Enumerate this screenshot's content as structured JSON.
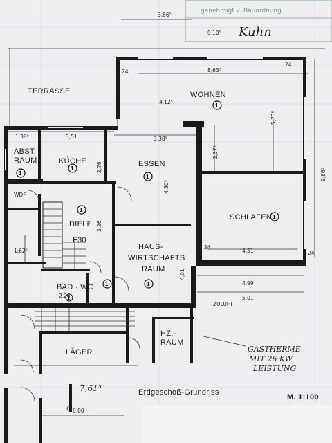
{
  "header": {
    "stamp_text": "genehmigt v. Bauordnung",
    "signature": "Kuhn",
    "top_dim": "3,86⁵",
    "top_dim2": "9,10⁵"
  },
  "rooms": {
    "terrasse": "TERRASSE",
    "wohnen": "WOHNEN",
    "schlafen": "SCHLAFEN",
    "abst_raum_1": "ABST.",
    "abst_raum_2": "RAUM",
    "kueche": "KÜCHE",
    "essen": "ESSEN",
    "diele": "DIELE",
    "bad_wc": "BAD · WC",
    "hauswirt_1": "HAUS-",
    "hauswirt_2": "WIRTSCHAFTS",
    "hauswirt_3": "RAUM",
    "lager": "LÄGER",
    "hz_raum_1": "HZ.-",
    "hz_raum_2": "RAUM",
    "wdf": "WDF",
    "zuluft": "ZULUFT",
    "f30": "F30"
  },
  "room_markers": [
    "1",
    "1",
    "1",
    "1",
    "1",
    "1",
    "1",
    "1",
    "1"
  ],
  "dimensions": {
    "d_1385": "1,38⁵",
    "d_351": "3,51",
    "d_338": "3,38⁵",
    "d_863": "8,63⁵",
    "d_412": "4,12⁵",
    "d_573": "5,73⁵",
    "d_237": "2,37⁵",
    "d_986": "9,86⁵",
    "d_430": "4,30⁵",
    "d_276": "2,76",
    "d_326": "3,26",
    "d_451": "4,51",
    "d_499": "4,99",
    "d_501": "5,01",
    "d_401": "4,01",
    "d_226": "2,26",
    "d_162": "1,62⁵",
    "d_761": "7,61⁵",
    "d_24a": "24",
    "d_24b": "24",
    "d_24c": "24",
    "d_24d": "24",
    "d_000": "0,00"
  },
  "notes": {
    "gas_1": "GASTHERME",
    "gas_2": "MIT 26 KW",
    "gas_3": "LEISTUNG"
  },
  "footer": {
    "title": "Erdgeschoß-Grundriss",
    "scale": "M. 1:100"
  }
}
